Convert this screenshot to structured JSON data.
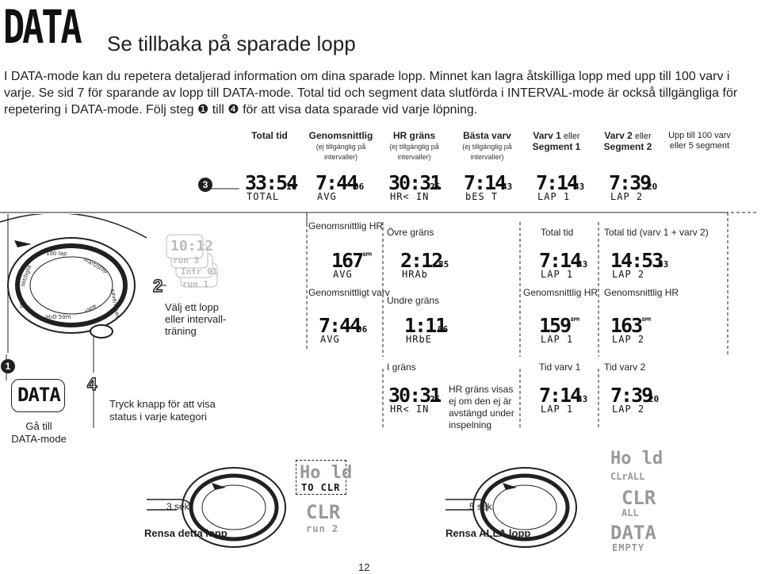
{
  "header": {
    "logo_text": "DATA",
    "title": "Se tillbaka på sparade lopp",
    "intro": "I DATA-mode kan du repetera detaljerad information om dina sparade lopp. Minnet kan lagra åtskilliga lopp med upp till 100 varv i varje. Se sid 7 för sparande av lopp till DATA-mode. Total tid och segment data slutförda i INTERVAL-mode är också tillgängliga för repetering i DATA-mode. Följ steg ❶ till ❹ för att visa data sparade vid varje löpning."
  },
  "columns": [
    {
      "title": "Total tid",
      "note": ""
    },
    {
      "title": "Genomsnittlig",
      "note": "(ej tillgänglig på intervaller)"
    },
    {
      "title": "HR gräns",
      "note": "(ej tillgänglig på intervaller)"
    },
    {
      "title": "Bästa varv",
      "note": "(ej tillgänglig på intervaller)"
    },
    {
      "title": "Varv 1",
      "title2": " eller",
      "line2": "Segment 1",
      "note": ""
    },
    {
      "title": "Varv 2",
      "title2": " eller",
      "line2": "Segment 2",
      "note": ""
    },
    {
      "title": "Upp till 100 varv",
      "line2": "eller 5 segment",
      "note": ""
    }
  ],
  "step3": {
    "number": "3",
    "displays": [
      {
        "main": "33:54",
        "small": "16",
        "sub": "TOTAL"
      },
      {
        "main": "7:44",
        "small": "06",
        "sub": "AVG"
      },
      {
        "main": "30:31",
        "small": "25",
        "sub": "HR< IN"
      },
      {
        "main": "7:14",
        "small": "43",
        "sub": "bES T"
      },
      {
        "main": "7:14",
        "small": "43",
        "sub": "LAP 1"
      },
      {
        "main": "7:39",
        "small": "20",
        "sub": "LAP 2"
      }
    ]
  },
  "details": {
    "avg_hr_label": "Genomsnittlig HR",
    "upper_limit_label": "Övre gräns",
    "total_time_label": "Total tid",
    "total_time_sum_label": "Total tid (varv 1 + varv 2)",
    "avg_pace_label": "Genomsnittligt varv",
    "lower_limit_label": "Undre gräns",
    "avg_hr_label2": "Genomsnittlig HR",
    "avg_hr_label3": "Genomsnittlig HR",
    "in_limit_label": "I gräns",
    "lap1_time_label": "Tid varv 1",
    "lap2_time_label": "Tid varv 2",
    "hr_note": "HR gräns visas ej om den ej är avstängd under inspelning",
    "disp_avg_hr": {
      "main": "167",
      "sub": "AVG",
      "unit": "BPM"
    },
    "disp_upper": {
      "main": "2:12",
      "small": "85",
      "sub": "HRAb"
    },
    "disp_avg_pace": {
      "main": "7:44",
      "small": "06",
      "sub": "AVG"
    },
    "disp_lower": {
      "main": "1:11",
      "small": "06",
      "sub": "HRbE"
    },
    "disp_lap1_total": {
      "main": "7:14",
      "small": "43",
      "sub": "LAP 1"
    },
    "disp_lap2_total": {
      "main": "14:53",
      "small": "63",
      "sub": "LAP 2"
    },
    "disp_lap1_hr": {
      "main": "159",
      "sub": "LAP 1",
      "unit": "BPM"
    },
    "disp_lap2_hr": {
      "main": "163",
      "sub": "LAP 2",
      "unit": "BPM"
    },
    "disp_in": {
      "main": "30:31",
      "small": "25",
      "sub": "HR< IN"
    },
    "disp_lap1": {
      "main": "7:14",
      "small": "43",
      "sub": "LAP 1"
    },
    "disp_lap2": {
      "main": "7:39",
      "small": "20",
      "sub": "LAP 2"
    }
  },
  "watch": {
    "labels": [
      "set/light",
      "100 lap",
      "start/stop",
      "mode",
      "H2O 50m",
      "view",
      "save/reset"
    ]
  },
  "step1": {
    "number": "1",
    "display": "DATA",
    "caption": "Gå till DATA-mode"
  },
  "step2": {
    "number": "2",
    "caption": "Välj ett lopp eller intervall-träning",
    "stack": [
      "10:12",
      "run 3",
      "Intr 01",
      "run 1"
    ]
  },
  "step4": {
    "number": "4",
    "caption": "Tryck knapp för att visa status i varje kategori"
  },
  "clear_one": {
    "seconds": "3 sek.",
    "caption": "Rensa detta lopp",
    "screen1": {
      "top": "Ho ld",
      "bottom": "TO CLR"
    },
    "screen2": {
      "top": "CLR",
      "bottom": "run 2"
    }
  },
  "clear_all": {
    "seconds": "5 sek.",
    "caption": "Rensa ALLA lopp",
    "screen1": {
      "top": "Ho ld",
      "bottom": "CLrALL"
    },
    "screen2": {
      "top": "CLR",
      "bottom": "ALL"
    },
    "screen3": {
      "top": "DATA",
      "bottom": "EMPTY"
    }
  },
  "page_number": "12"
}
